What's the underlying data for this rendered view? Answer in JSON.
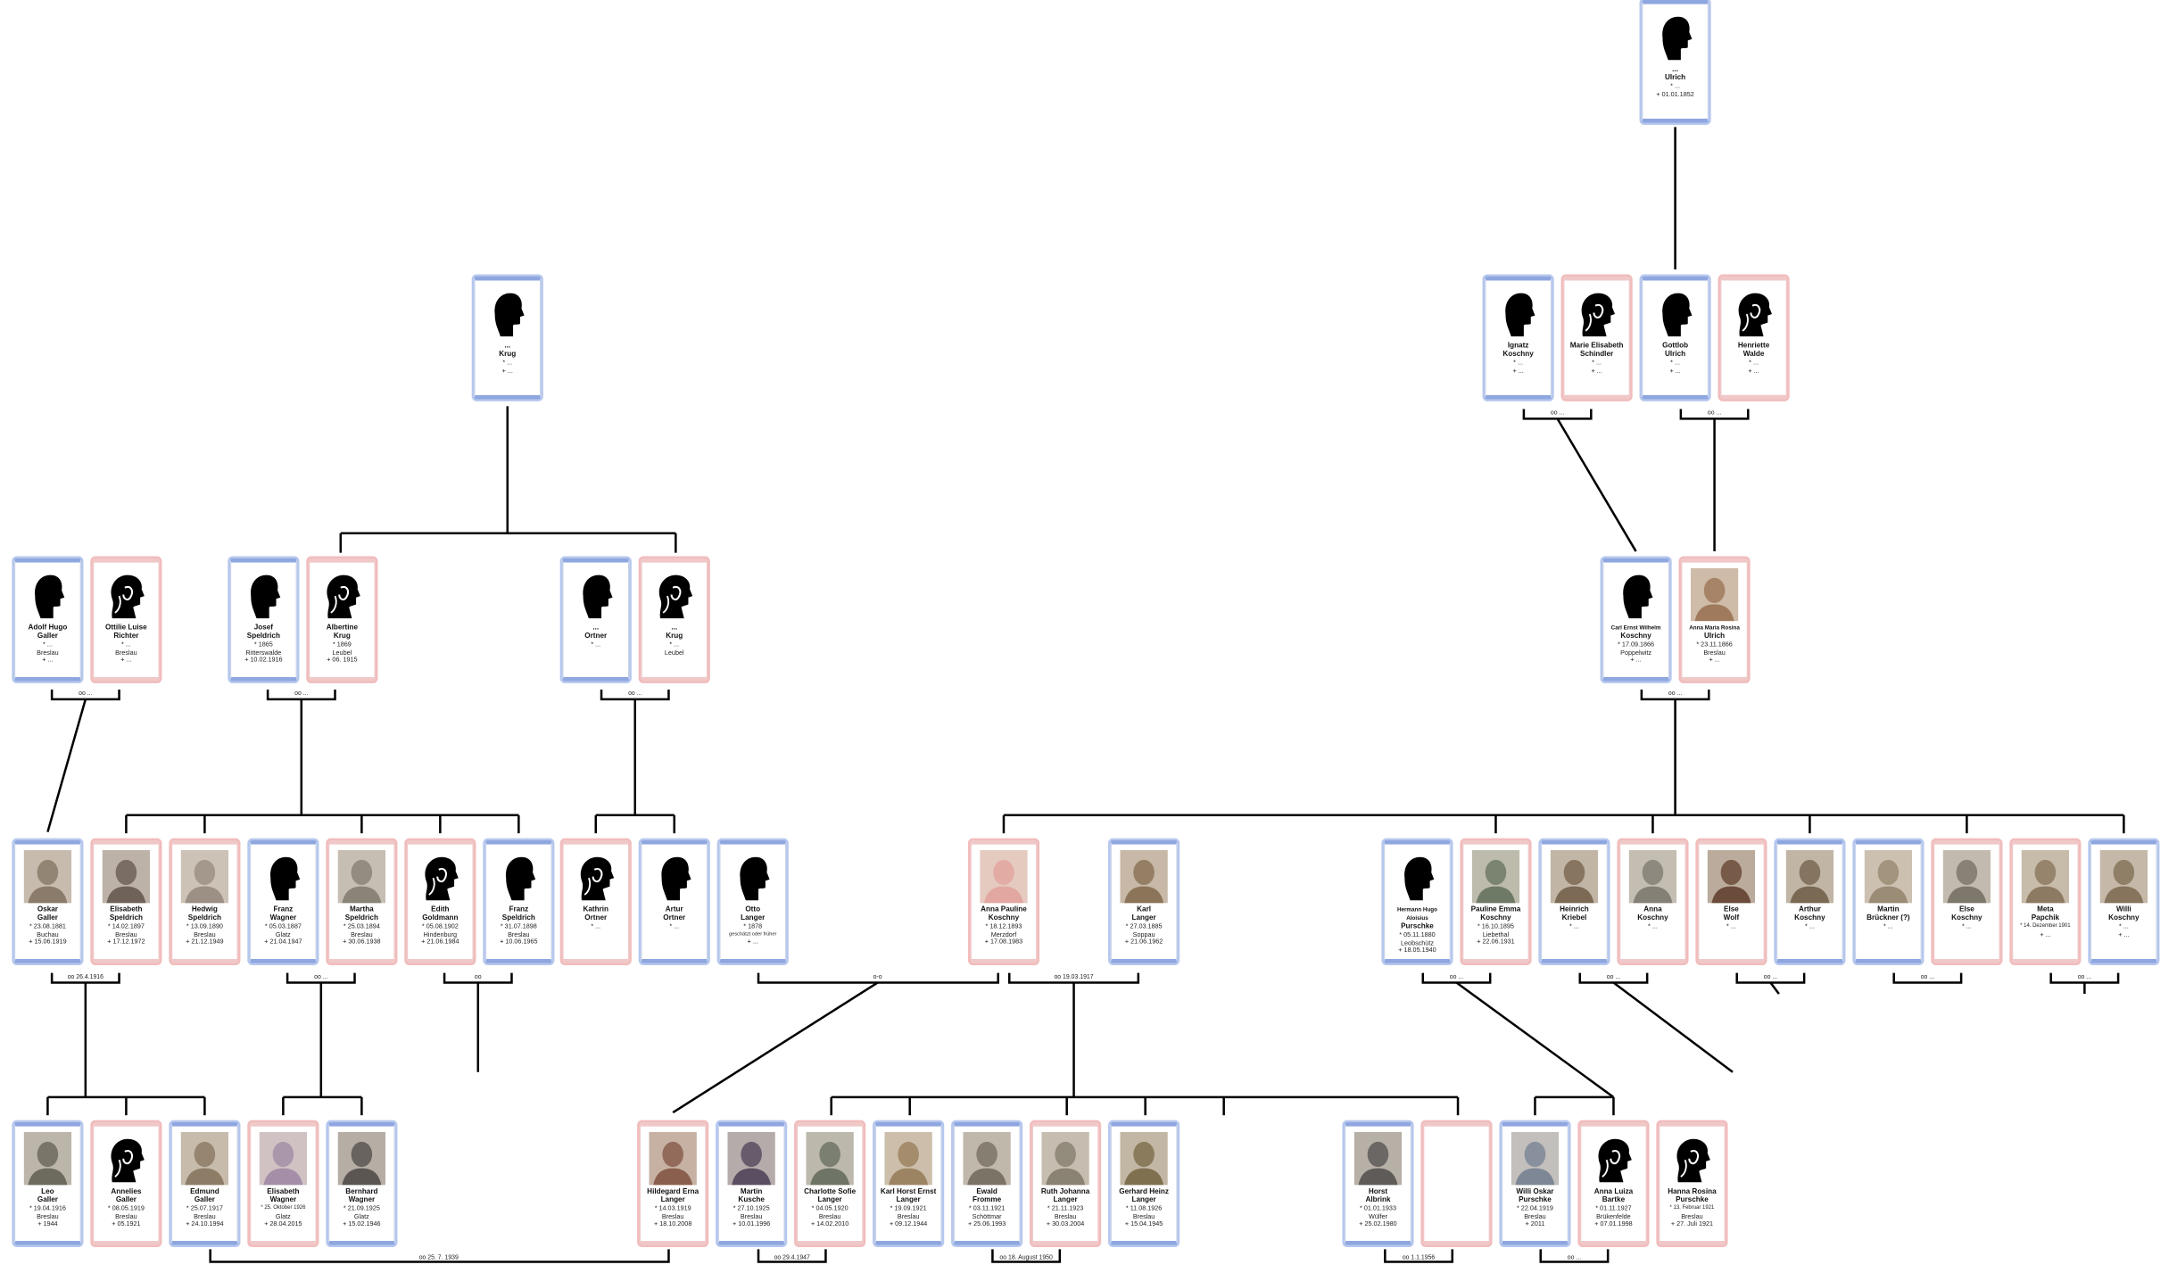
{
  "colors": {
    "male_border": "#8ea7e0",
    "female_border": "#e89a9a",
    "line": "#000000"
  },
  "persons": [
    {
      "id": "ulrich_top",
      "sex": "m",
      "photo": "silhouette-male",
      "name1": "...",
      "name2": "Ulrich",
      "born": "* ...",
      "place": "",
      "died": "+ 01.01.1852"
    },
    {
      "id": "krug_top",
      "sex": "m",
      "photo": "silhouette-male",
      "name1": "...",
      "name2": "Krug",
      "born": "* ...",
      "place": "",
      "died": "+ ..."
    },
    {
      "id": "ignatz",
      "sex": "m",
      "photo": "silhouette-male",
      "name1": "Ignatz",
      "name2": "Koschny",
      "born": "* ...",
      "place": "",
      "died": "+ ..."
    },
    {
      "id": "marie_elisabeth",
      "sex": "f",
      "photo": "silhouette-female",
      "name1": "Marie Elisabeth",
      "name2": "Schindler",
      "born": "* ...",
      "place": "",
      "died": "+ ..."
    },
    {
      "id": "gottlob",
      "sex": "m",
      "photo": "silhouette-male",
      "name1": "Gottlob",
      "name2": "Ulrich",
      "born": "* ...",
      "place": "",
      "died": "+ ..."
    },
    {
      "id": "henriette",
      "sex": "f",
      "photo": "silhouette-female",
      "name1": "Henriette",
      "name2": "Walde",
      "born": "* ...",
      "place": "",
      "died": "+ ..."
    },
    {
      "id": "adolf",
      "sex": "m",
      "photo": "silhouette-male",
      "name1": "Adolf Hugo",
      "name2": "Galler",
      "born": "* ...",
      "place": "Breslau",
      "died": "+ ..."
    },
    {
      "id": "ottilie",
      "sex": "f",
      "photo": "silhouette-female",
      "name1": "Ottilie Luise",
      "name2": "Richter",
      "born": "* ...",
      "place": "Breslau",
      "died": "+ ..."
    },
    {
      "id": "josef",
      "sex": "m",
      "photo": "silhouette-male",
      "name1": "Josef",
      "name2": "Speldrich",
      "born": "* 1865",
      "place": "Ritterswalde",
      "died": "+ 10.02.1916"
    },
    {
      "id": "albertine",
      "sex": "f",
      "photo": "silhouette-female",
      "name1": "Albertine",
      "name2": "Krug",
      "born": "* 1869",
      "place": "Leubel",
      "died": "+ 06. 1915"
    },
    {
      "id": "ortner_m",
      "sex": "m",
      "photo": "silhouette-male",
      "name1": "...",
      "name2": "Ortner",
      "born": "* ...",
      "place": "",
      "died": ""
    },
    {
      "id": "krug_f",
      "sex": "f",
      "photo": "silhouette-female",
      "name1": "...",
      "name2": "Krug",
      "born": "* ...",
      "place": "Leubel",
      "died": ""
    },
    {
      "id": "carl_ernst",
      "sex": "m",
      "photo": "silhouette-male",
      "name1": "Carl Ernst Wilhelm",
      "name2": "Koschny",
      "born": "* 17.09.1866",
      "place": "Poppelwitz",
      "died": "+ ..."
    },
    {
      "id": "anna_maria",
      "sex": "f",
      "photo": "photo",
      "name1": "Anna Maria Rosina",
      "name2": "Ulrich",
      "born": "* 23.11.1866",
      "place": "Breslau",
      "died": "+ ..."
    },
    {
      "id": "oskar",
      "sex": "m",
      "photo": "photo",
      "name1": "Oskar",
      "name2": "Galler",
      "born": "* 23.08.1881",
      "place": "Buchau",
      "died": "+ 15.06.1919"
    },
    {
      "id": "elisabeth_sp",
      "sex": "f",
      "photo": "photo",
      "name1": "Elisabeth",
      "name2": "Speldrich",
      "born": "* 14.02.1897",
      "place": "Breslau",
      "died": "+ 17.12.1972"
    },
    {
      "id": "hedwig",
      "sex": "f",
      "photo": "photo",
      "name1": "Hedwig",
      "name2": "Speldrich",
      "born": "* 13.09.1890",
      "place": "Breslau",
      "died": "+ 21.12.1949"
    },
    {
      "id": "franz_wagner",
      "sex": "m",
      "photo": "silhouette-male",
      "name1": "Franz",
      "name2": "Wagner",
      "born": "* 05.03.1887",
      "place": "Glatz",
      "died": "+ 21.04.1947"
    },
    {
      "id": "martha",
      "sex": "f",
      "photo": "photo",
      "name1": "Martha",
      "name2": "Speldrich",
      "born": "* 25.03.1894",
      "place": "Breslau",
      "died": "+ 30.06.1938"
    },
    {
      "id": "edith",
      "sex": "f",
      "photo": "silhouette-female",
      "name1": "Edith",
      "name2": "Goldmann",
      "born": "* 05.08.1902",
      "place": "Hindenburg",
      "died": "+ 21.06.1984"
    },
    {
      "id": "franz_sp",
      "sex": "m",
      "photo": "silhouette-male",
      "name1": "Franz",
      "name2": "Speldrich",
      "born": "* 31.07.1898",
      "place": "Breslau",
      "died": "+ 10.06.1965"
    },
    {
      "id": "kathrin",
      "sex": "f",
      "photo": "silhouette-female",
      "name1": "Kathrin",
      "name2": "Ortner",
      "born": "* ...",
      "place": "",
      "died": ""
    },
    {
      "id": "artur",
      "sex": "m",
      "photo": "silhouette-male",
      "name1": "Artur",
      "name2": "Ortner",
      "born": "* ...",
      "place": "",
      "died": ""
    },
    {
      "id": "otto",
      "sex": "m",
      "photo": "silhouette-male",
      "name1": "Otto",
      "name2": "Langer",
      "born": "* 1878",
      "place": "geschätzt oder früher",
      "died": "+ ..."
    },
    {
      "id": "anna_pauline",
      "sex": "f",
      "photo": "photo",
      "name1": "Anna Pauline",
      "name2": "Koschny",
      "born": "* 18.12.1893",
      "place": "Merzdorf",
      "died": "+ 17.08.1983"
    },
    {
      "id": "karl_langer",
      "sex": "m",
      "photo": "photo",
      "name1": "Karl",
      "name2": "Langer",
      "born": "* 27.03.1885",
      "place": "Soppau",
      "died": "+ 21.06.1962"
    },
    {
      "id": "hermann",
      "sex": "m",
      "photo": "silhouette-male",
      "name1": "Hermann Hugo Aloisius",
      "name2": "Purschke",
      "born": "* 05.11.1880",
      "place": "Leobschütz",
      "died": "+ 18.05.1940"
    },
    {
      "id": "pauline_emma",
      "sex": "f",
      "photo": "photo",
      "name1": "Pauline Emma",
      "name2": "Koschny",
      "born": "* 16.10.1895",
      "place": "Liebethal",
      "died": "+ 22.06.1931"
    },
    {
      "id": "heinrich",
      "sex": "m",
      "photo": "photo",
      "name1": "Heinrich",
      "name2": "Kriebel",
      "born": "* ...",
      "place": "",
      "died": ""
    },
    {
      "id": "anna_k",
      "sex": "f",
      "photo": "photo",
      "name1": "Anna",
      "name2": "Koschny",
      "born": "* ...",
      "place": "",
      "died": ""
    },
    {
      "id": "else_wolf",
      "sex": "f",
      "photo": "photo",
      "name1": "Else",
      "name2": "Wolf",
      "born": "* ...",
      "place": "",
      "died": ""
    },
    {
      "id": "arthur_k",
      "sex": "m",
      "photo": "photo",
      "name1": "Arthur",
      "name2": "Koschny",
      "born": "* ...",
      "place": "",
      "died": ""
    },
    {
      "id": "martin_b",
      "sex": "m",
      "photo": "photo",
      "name1": "Martin",
      "name2": "Brückner (?)",
      "born": "* ...",
      "place": "",
      "died": ""
    },
    {
      "id": "else_k",
      "sex": "f",
      "photo": "photo",
      "name1": "Else",
      "name2": "Koschny",
      "born": "* ...",
      "place": "",
      "died": ""
    },
    {
      "id": "meta",
      "sex": "f",
      "photo": "photo",
      "name1": "Meta",
      "name2": "Papchik",
      "born": "* 14. Dezember 1901",
      "place": "",
      "died": "+ ..."
    },
    {
      "id": "willi_k",
      "sex": "m",
      "photo": "photo",
      "name1": "Willi",
      "name2": "Koschny",
      "born": "* ...",
      "place": "",
      "died": "+ ..."
    },
    {
      "id": "leo",
      "sex": "m",
      "photo": "photo",
      "name1": "Leo",
      "name2": "Galler",
      "born": "* 19.04.1916",
      "place": "Breslau",
      "died": "+ 1944"
    },
    {
      "id": "annelies",
      "sex": "f",
      "photo": "silhouette-female",
      "name1": "Annelies",
      "name2": "Galler",
      "born": "* 08.05.1919",
      "place": "Breslau",
      "died": "+ 05.1921"
    },
    {
      "id": "edmund",
      "sex": "m",
      "photo": "photo",
      "name1": "Edmund",
      "name2": "Galler",
      "born": "* 25.07.1917",
      "place": "Breslau",
      "died": "+ 24.10.1994"
    },
    {
      "id": "elisabeth_w",
      "sex": "f",
      "photo": "photo",
      "name1": "Elisabeth",
      "name2": "Wagner",
      "born": "* 25. Oktober 1926",
      "place": "Glatz",
      "died": "+ 28.04.2015"
    },
    {
      "id": "bernhard",
      "sex": "m",
      "photo": "photo",
      "name1": "Bernhard",
      "name2": "Wagner",
      "born": "* 21.09.1925",
      "place": "Glatz",
      "died": "+ 15.02.1946"
    },
    {
      "id": "hildegard",
      "sex": "f",
      "photo": "photo",
      "name1": "Hildegard Erna",
      "name2": "Langer",
      "born": "* 14.03.1919",
      "place": "Breslau",
      "died": "+ 18.10.2008"
    },
    {
      "id": "martin_kusche",
      "sex": "m",
      "photo": "photo",
      "name1": "Martin",
      "name2": "Kusche",
      "born": "* 27.10.1925",
      "place": "Breslau",
      "died": "+ 10.01.1996"
    },
    {
      "id": "charlotte",
      "sex": "f",
      "photo": "photo",
      "name1": "Charlotte Sofie",
      "name2": "Langer",
      "born": "* 04.05.1920",
      "place": "Breslau",
      "died": "+ 14.02.2010"
    },
    {
      "id": "karl_horst",
      "sex": "m",
      "photo": "photo",
      "name1": "Karl Horst Ernst",
      "name2": "Langer",
      "born": "* 19.09.1921",
      "place": "Breslau",
      "died": "+ 09.12.1944"
    },
    {
      "id": "ewald",
      "sex": "m",
      "photo": "photo",
      "name1": "Ewald",
      "name2": "Fromme",
      "born": "* 03.11.1921",
      "place": "Schöttmar",
      "died": "+ 25.06.1993"
    },
    {
      "id": "ruth",
      "sex": "f",
      "photo": "photo",
      "name1": "Ruth Johanna",
      "name2": "Langer",
      "born": "* 21.11.1923",
      "place": "Breslau",
      "died": "+ 30.03.2004"
    },
    {
      "id": "gerhard",
      "sex": "m",
      "photo": "photo",
      "name1": "Gerhard Heinz",
      "name2": "Langer",
      "born": "* 11.08.1926",
      "place": "Breslau",
      "died": "+ 15.04.1945"
    },
    {
      "id": "horst",
      "sex": "m",
      "photo": "photo",
      "name1": "Horst",
      "name2": "Albrink",
      "born": "* 01.01.1933",
      "place": "Wülfer",
      "died": "+ 25.02.1980"
    },
    {
      "id": "empty_f",
      "sex": "f",
      "photo": "none",
      "name1": "",
      "name2": "",
      "born": "",
      "place": "",
      "died": ""
    },
    {
      "id": "willi_oskar",
      "sex": "m",
      "photo": "photo",
      "name1": "Willi Oskar",
      "name2": "Purschke",
      "born": "* 22.04.1919",
      "place": "Breslau",
      "died": "+ 2011"
    },
    {
      "id": "anna_luiza",
      "sex": "f",
      "photo": "silhouette-female",
      "name1": "Anna Luiza",
      "name2": "Bartke",
      "born": "* 01.11.1927",
      "place": "Brükenfelde",
      "died": "+ 07.01.1998"
    },
    {
      "id": "hanna",
      "sex": "f",
      "photo": "silhouette-female",
      "name1": "Hanna Rosina",
      "name2": "Purschke",
      "born": "* 13. Februar 1921",
      "place": "Breslau",
      "died": "+ 27. Juli 1921"
    }
  ],
  "marriages": [
    {
      "id": "m_koschny",
      "text": "oo ..."
    },
    {
      "id": "m_ulrich",
      "text": "oo ..."
    },
    {
      "id": "m_galler_old",
      "text": "oo ..."
    },
    {
      "id": "m_speldrich",
      "text": "oo ..."
    },
    {
      "id": "m_ortner",
      "text": "oo ..."
    },
    {
      "id": "m_carl_anna",
      "text": "oo ..."
    },
    {
      "id": "m_oskar_elis",
      "text": "oo 26.4.1916"
    },
    {
      "id": "m_wagner",
      "text": "oo ..."
    },
    {
      "id": "m_franz_edith",
      "text": "oo"
    },
    {
      "id": "m_otto_anna",
      "text": "o-o"
    },
    {
      "id": "m_karl_anna",
      "text": "oo 19.03.1917"
    },
    {
      "id": "m_purschke",
      "text": "oo ..."
    },
    {
      "id": "m_kriebel",
      "text": "oo ..."
    },
    {
      "id": "m_wolf",
      "text": "oo ..."
    },
    {
      "id": "m_brueckner",
      "text": "oo ..."
    },
    {
      "id": "m_papchik",
      "text": "oo ..."
    },
    {
      "id": "m_edmund_hilde",
      "text": "oo 25. 7. 1939"
    },
    {
      "id": "m_kusche",
      "text": "oo 29.4.1947"
    },
    {
      "id": "m_fromme",
      "text": "oo 18. August 1950"
    },
    {
      "id": "m_albrink",
      "text": "oo 1.1.1956"
    },
    {
      "id": "m_willi_anna",
      "text": "oo ..."
    }
  ]
}
